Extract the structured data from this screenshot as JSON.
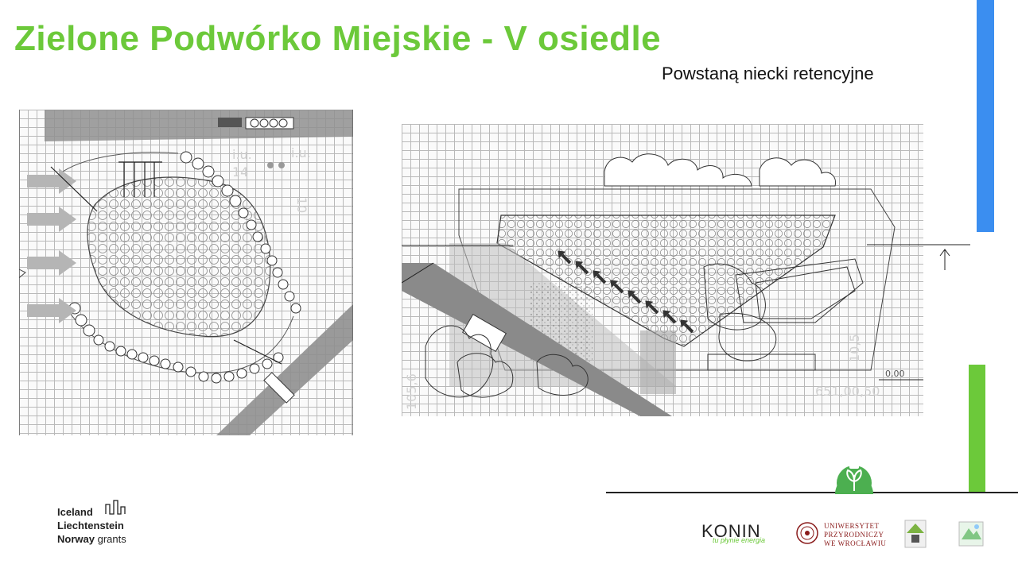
{
  "slide": {
    "title": "Zielone Podwórko Miejskie - V osiedle",
    "subtitle": "Powstaną niecki retencyjne"
  },
  "colors": {
    "title_green": "#6cc93a",
    "accent_blue": "#3b8ef0",
    "accent_green": "#6cc93a"
  },
  "plan_left": {
    "labels": {
      "iu1": "i.u.",
      "iu2": "i.u.",
      "n14": "14",
      "n10": "10"
    }
  },
  "plan_right": {
    "labels": {
      "d1": "0,00",
      "d2": "651,00,50",
      "d3": "105,6",
      "d4": "10,5"
    }
  },
  "logos": {
    "eea_lines": [
      "Iceland",
      "Liechtenstein",
      "Norway"
    ],
    "eea_grants": "grants",
    "konin": "KONIN",
    "konin_tagline": "tu płynie energia",
    "upwr_lines": [
      "UNIWERSYTET",
      "PRZYRODNICZY",
      "WE WROCŁAWIU"
    ],
    "logo_icons": [
      "eea-grants-icon",
      "konin-logo",
      "upwr-seal-icon",
      "partner-logo-1",
      "partner-logo-2",
      "green-badge-icon"
    ]
  }
}
